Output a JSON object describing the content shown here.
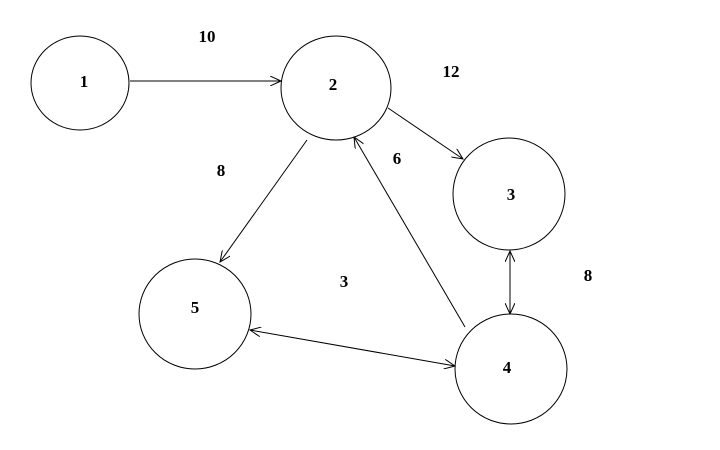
{
  "nodes": [
    {
      "id": "n1",
      "label": "1"
    },
    {
      "id": "n2",
      "label": "2"
    },
    {
      "id": "n3",
      "label": "3"
    },
    {
      "id": "n4",
      "label": "4"
    },
    {
      "id": "n5",
      "label": "5"
    }
  ],
  "edges": [
    {
      "from": "1",
      "to": "2",
      "weight": "10",
      "direction": "forward"
    },
    {
      "from": "2",
      "to": "3",
      "weight": "12",
      "direction": "forward"
    },
    {
      "from": "2",
      "to": "5",
      "weight": "8",
      "direction": "forward"
    },
    {
      "from": "4",
      "to": "2",
      "weight": "6",
      "direction": "forward"
    },
    {
      "from": "3",
      "to": "4",
      "weight": "8",
      "direction": "both"
    },
    {
      "from": "5",
      "to": "4",
      "weight": "3",
      "direction": "both"
    }
  ],
  "colors": {
    "stroke": "#000000",
    "fill": "#ffffff"
  }
}
